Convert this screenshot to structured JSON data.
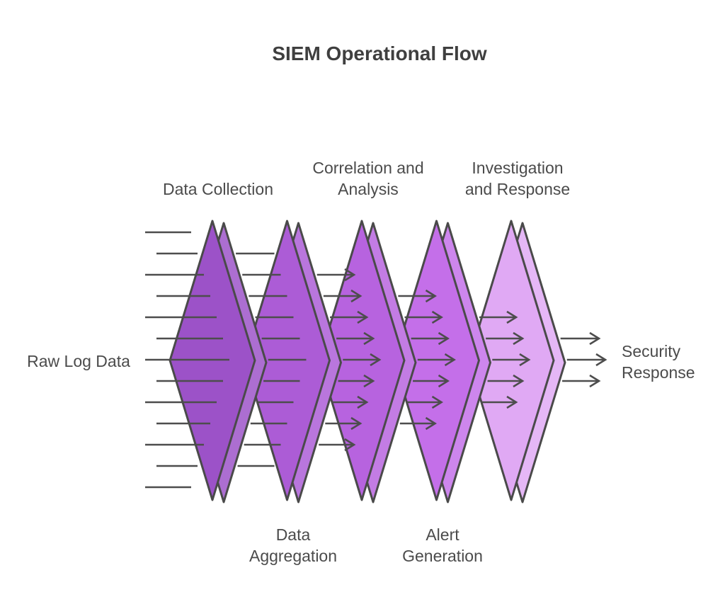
{
  "title": "SIEM Operational Flow",
  "input_label": "Raw Log Data",
  "output_label_lines": [
    "Security",
    "Response"
  ],
  "stages": [
    {
      "name": "Data Collection",
      "label_lines": [
        "Data Collection"
      ],
      "label_position": "top",
      "fill": "#9c52c8"
    },
    {
      "name": "Data Aggregation",
      "label_lines": [
        "Data",
        "Aggregation"
      ],
      "label_position": "bottom",
      "fill": "#ac5cd6"
    },
    {
      "name": "Correlation and Analysis",
      "label_lines": [
        "Correlation and",
        "Analysis"
      ],
      "label_position": "top",
      "fill": "#b763df"
    },
    {
      "name": "Alert Generation",
      "label_lines": [
        "Alert",
        "Generation"
      ],
      "label_position": "bottom",
      "fill": "#c46fe9"
    },
    {
      "name": "Investigation and Response",
      "label_lines": [
        "Investigation",
        "and Response"
      ],
      "label_position": "top",
      "fill": "#e0a9f4"
    }
  ],
  "flow": {
    "input_line_count": 13,
    "line_counts_by_transition": [
      13,
      11,
      9,
      7,
      5,
      3
    ],
    "output_arrow_count": 3
  },
  "colors": {
    "background": "#ffffff",
    "outline": "#4a4a4a",
    "line": "#4d4d4d",
    "text": "#4b4b4b",
    "title_text": "#3f3f3f"
  }
}
